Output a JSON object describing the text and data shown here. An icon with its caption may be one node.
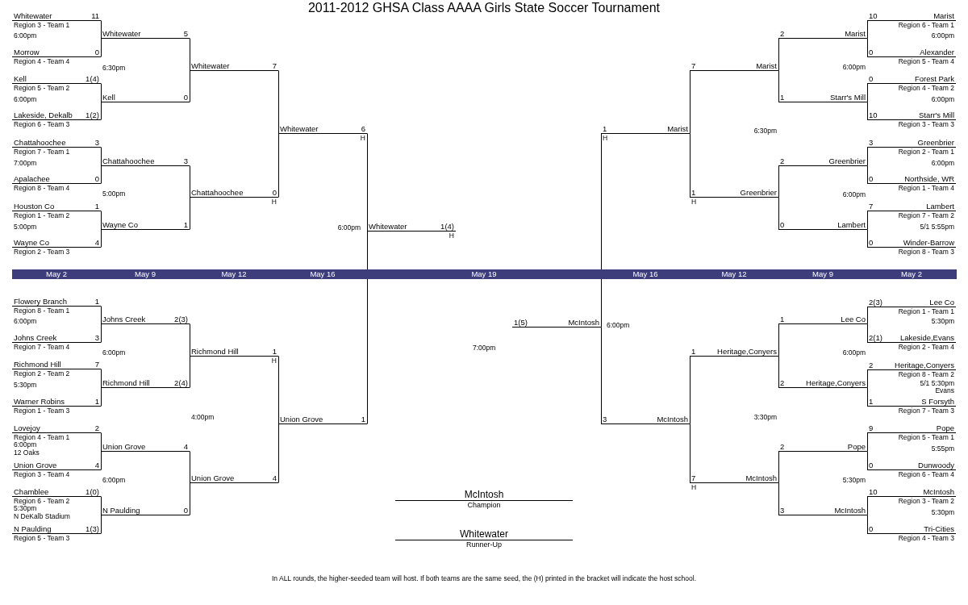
{
  "diagram": {
    "title": "2011-2012 GHSA Class AAAA Girls State Soccer Tournament",
    "caption": "In ALL rounds, the higher-seeded team will host.  If both teams are the same seed, the (H) printed in the bracket will indicate the host school.",
    "nodes": [
      {
        "text": [
          "Whitewater",
          "11"
        ],
        "beside": [
          "Region 3 - Team 1"
        ]
      },
      {
        "text": [
          "Morrow",
          "0"
        ],
        "beside": [
          "Region 4 - Team 4"
        ]
      },
      {
        "text": [
          "Kell",
          "1(4)"
        ],
        "beside": [
          "Region 5 - Team 2"
        ]
      },
      {
        "text": [
          "Lakeside, Dekalb",
          "1(2)"
        ],
        "beside": [
          "Region 6 - Team 3"
        ]
      },
      {
        "text": [
          "Chattahoochee",
          "3"
        ],
        "beside": [
          "Region 7 - Team 1"
        ]
      },
      {
        "text": [
          "Apalachee",
          "0"
        ],
        "beside": [
          "Region 8 - Team 4"
        ]
      },
      {
        "text": [
          "Houston Co",
          "1"
        ],
        "beside": [
          "Region 1 - Team 2"
        ]
      },
      {
        "text": [
          "Wayne Co",
          "4"
        ],
        "beside": [
          "Region 2 - Team 3"
        ]
      },
      {
        "text": [
          "Whitewater",
          "5"
        ]
      },
      {
        "text": [
          "Kell",
          "0"
        ]
      },
      {
        "text": [
          "Chattahoochee",
          "3"
        ]
      },
      {
        "text": [
          "Wayne Co",
          "1"
        ]
      },
      {
        "text": [
          "Whitewater",
          "7"
        ]
      },
      {
        "text": [
          "Chattahoochee",
          "0"
        ],
        "beside": [
          "H"
        ]
      },
      {
        "text": [
          "Whitewater",
          "6"
        ],
        "beside": [
          "H"
        ]
      },
      {
        "text": [
          "10",
          "Marist"
        ],
        "beside": [
          "Region 6 - Team 1"
        ]
      },
      {
        "text": [
          "0",
          "Alexander"
        ],
        "beside": [
          "Region 5 - Team 4"
        ]
      },
      {
        "text": [
          "0",
          "Forest Park"
        ],
        "beside": [
          "Region 4 - Team 2"
        ]
      },
      {
        "text": [
          "10",
          "Starr's Mill"
        ],
        "beside": [
          "Region 3 - Team 3"
        ]
      },
      {
        "text": [
          "3",
          "Greenbrier"
        ],
        "beside": [
          "Region 2 - Team 1"
        ]
      },
      {
        "text": [
          "0",
          "Northside, WR"
        ],
        "beside": [
          "Region 1 - Team 4"
        ]
      },
      {
        "text": [
          "7",
          "Lambert"
        ],
        "beside": [
          "Region 7 - Team 2"
        ]
      },
      {
        "text": [
          "0",
          "Winder-Barrow"
        ],
        "beside": [
          "Region 8 - Team 3"
        ]
      },
      {
        "text": [
          "2",
          "Marist"
        ]
      },
      {
        "text": [
          "1",
          "Starr's Mill"
        ]
      },
      {
        "text": [
          "2",
          "Greenbrier"
        ]
      },
      {
        "text": [
          "0",
          "Lambert"
        ]
      },
      {
        "text": [
          "7",
          "Marist"
        ]
      },
      {
        "text": [
          "1",
          "Greenbrier"
        ],
        "beside": [
          "H"
        ]
      },
      {
        "text": [
          "1",
          "Marist"
        ],
        "beside": [
          "H"
        ]
      },
      {
        "text": [
          "Whitewater",
          "1(4)"
        ],
        "beside": [
          "H"
        ]
      },
      {
        "text": [
          "1(5)",
          "McIntosh"
        ]
      },
      {
        "text": [
          "Flowery Branch",
          "1"
        ],
        "beside": [
          "Region 8 - Team 1"
        ]
      },
      {
        "text": [
          "Johns Creek",
          "3"
        ],
        "beside": [
          "Region 7 - Team 4"
        ]
      },
      {
        "text": [
          "Richmond Hill",
          "7"
        ],
        "beside": [
          "Region 2 - Team 2"
        ]
      },
      {
        "text": [
          "Warner Robins",
          "1"
        ],
        "beside": [
          "Region 1 - Team 3"
        ]
      },
      {
        "text": [
          "Lovejoy",
          "2"
        ],
        "beside": [
          "Region 4 - Team 1"
        ]
      },
      {
        "text": [
          "Union Grove",
          "4"
        ],
        "beside": [
          "Region 3 - Team 4"
        ]
      },
      {
        "text": [
          "Chamblee",
          "1(0)"
        ],
        "beside": [
          "Region 6 - Team 2"
        ]
      },
      {
        "text": [
          "N Paulding",
          "1(3)"
        ],
        "beside": [
          "Region 5 - Team 3"
        ]
      },
      {
        "text": [
          "Johns Creek",
          "2(3)"
        ]
      },
      {
        "text": [
          "Richmond Hill",
          "2(4)"
        ]
      },
      {
        "text": [
          "Union Grove",
          "4"
        ]
      },
      {
        "text": [
          "N Paulding",
          "0"
        ]
      },
      {
        "text": [
          "Richmond Hill",
          "1"
        ],
        "beside": [
          "H"
        ]
      },
      {
        "text": [
          "Union Grove",
          "4"
        ]
      },
      {
        "text": [
          "Union Grove",
          "1"
        ]
      },
      {
        "text": [
          "2(3)",
          "Lee Co"
        ],
        "beside": [
          "Region 1 - Team 1"
        ]
      },
      {
        "text": [
          "2(1)",
          "Lakeside,Evans"
        ],
        "beside": [
          "Region 2 - Team 4"
        ]
      },
      {
        "text": [
          "2",
          "Heritage,Conyers"
        ],
        "beside": [
          "Region 8 - Team 2"
        ]
      },
      {
        "text": [
          "1",
          "S Forsyth"
        ],
        "beside": [
          "Region 7 - Team 3"
        ]
      },
      {
        "text": [
          "9",
          "Pope"
        ],
        "beside": [
          "Region 5 - Team 1"
        ]
      },
      {
        "text": [
          "0",
          "Dunwoody"
        ],
        "beside": [
          "Region 6 - Team 4"
        ]
      },
      {
        "text": [
          "10",
          "McIntosh"
        ],
        "beside": [
          "Region 3 - Team 2"
        ]
      },
      {
        "text": [
          "0",
          "Tri-Cities"
        ],
        "beside": [
          "Region 4 - Team 3"
        ]
      },
      {
        "text": [
          "1",
          "Lee Co"
        ]
      },
      {
        "text": [
          "2",
          "Heritage,Conyers"
        ]
      },
      {
        "text": [
          "2",
          "Pope"
        ]
      },
      {
        "text": [
          "3",
          "McIntosh"
        ]
      },
      {
        "text": [
          "1",
          "Heritage,Conyers"
        ]
      },
      {
        "text": [
          "7",
          "McIntosh"
        ],
        "beside": [
          "H"
        ]
      },
      {
        "text": [
          "3",
          "McIntosh"
        ]
      },
      {
        "text": [
          "McIntosh",
          "Champion"
        ]
      },
      {
        "text": [
          "Whitewater",
          "Runner-Up"
        ]
      }
    ],
    "edges": [
      {
        "from": 0,
        "to": 8,
        "arrow": "none"
      },
      {
        "from": 1,
        "to": 8,
        "arrow": "none"
      },
      {
        "from": 2,
        "to": 9,
        "arrow": "none"
      },
      {
        "from": 3,
        "to": 9,
        "arrow": "none"
      },
      {
        "from": 4,
        "to": 10,
        "arrow": "none"
      },
      {
        "from": 5,
        "to": 10,
        "arrow": "none"
      },
      {
        "from": 6,
        "to": 11,
        "arrow": "none"
      },
      {
        "from": 7,
        "to": 11,
        "arrow": "none"
      },
      {
        "from": 8,
        "to": 12,
        "arrow": "none"
      },
      {
        "from": 9,
        "to": 12,
        "arrow": "none"
      },
      {
        "from": 10,
        "to": 13,
        "arrow": "none"
      },
      {
        "from": 11,
        "to": 13,
        "arrow": "none"
      },
      {
        "from": 12,
        "to": 14,
        "arrow": "none"
      },
      {
        "from": 13,
        "to": 14,
        "arrow": "none"
      },
      {
        "from": 14,
        "to": 30,
        "arrow": "none"
      },
      {
        "from": 46,
        "to": 30,
        "arrow": "none"
      },
      {
        "from": 15,
        "to": 23,
        "arrow": "none"
      },
      {
        "from": 16,
        "to": 23,
        "arrow": "none"
      },
      {
        "from": 17,
        "to": 24,
        "arrow": "none"
      },
      {
        "from": 18,
        "to": 24,
        "arrow": "none"
      },
      {
        "from": 19,
        "to": 25,
        "arrow": "none"
      },
      {
        "from": 20,
        "to": 25,
        "arrow": "none"
      },
      {
        "from": 21,
        "to": 26,
        "arrow": "none"
      },
      {
        "from": 22,
        "to": 26,
        "arrow": "none"
      },
      {
        "from": 23,
        "to": 27,
        "arrow": "none"
      },
      {
        "from": 24,
        "to": 27,
        "arrow": "none"
      },
      {
        "from": 25,
        "to": 28,
        "arrow": "none"
      },
      {
        "from": 26,
        "to": 28,
        "arrow": "none"
      },
      {
        "from": 27,
        "to": 29,
        "arrow": "none"
      },
      {
        "from": 28,
        "to": 29,
        "arrow": "none"
      },
      {
        "from": 29,
        "to": 31,
        "arrow": "none"
      },
      {
        "from": 61,
        "to": 31,
        "arrow": "none"
      },
      {
        "from": 32,
        "to": 40,
        "arrow": "none"
      },
      {
        "from": 33,
        "to": 40,
        "arrow": "none"
      },
      {
        "from": 34,
        "to": 41,
        "arrow": "none"
      },
      {
        "from": 35,
        "to": 41,
        "arrow": "none"
      },
      {
        "from": 36,
        "to": 42,
        "arrow": "none"
      },
      {
        "from": 37,
        "to": 42,
        "arrow": "none"
      },
      {
        "from": 38,
        "to": 43,
        "arrow": "none"
      },
      {
        "from": 39,
        "to": 43,
        "arrow": "none"
      },
      {
        "from": 40,
        "to": 44,
        "arrow": "none"
      },
      {
        "from": 41,
        "to": 44,
        "arrow": "none"
      },
      {
        "from": 42,
        "to": 45,
        "arrow": "none"
      },
      {
        "from": 43,
        "to": 45,
        "arrow": "none"
      },
      {
        "from": 44,
        "to": 46,
        "arrow": "none"
      },
      {
        "from": 45,
        "to": 46,
        "arrow": "none"
      },
      {
        "from": 47,
        "to": 55,
        "arrow": "none"
      },
      {
        "from": 48,
        "to": 55,
        "arrow": "none"
      },
      {
        "from": 49,
        "to": 56,
        "arrow": "none"
      },
      {
        "from": 50,
        "to": 56,
        "arrow": "none"
      },
      {
        "from": 51,
        "to": 57,
        "arrow": "none"
      },
      {
        "from": 52,
        "to": 57,
        "arrow": "none"
      },
      {
        "from": 53,
        "to": 58,
        "arrow": "none"
      },
      {
        "from": 54,
        "to": 58,
        "arrow": "none"
      },
      {
        "from": 55,
        "to": 59,
        "arrow": "none"
      },
      {
        "from": 56,
        "to": 59,
        "arrow": "none"
      },
      {
        "from": 57,
        "to": 60,
        "arrow": "none"
      },
      {
        "from": 58,
        "to": 60,
        "arrow": "none"
      },
      {
        "from": 59,
        "to": 61,
        "arrow": "none"
      },
      {
        "from": 60,
        "to": 61,
        "arrow": "none"
      }
    ],
    "labels": [
      "6:00pm",
      "6:30pm",
      "6:00pm",
      "7:00pm",
      "5:00pm",
      "5:00pm",
      "6:00pm",
      "6:00pm",
      "6:00pm",
      "6:30pm",
      "6:00pm",
      "6:00pm",
      "6:00pm",
      "5/1 5:55pm",
      "May 2",
      "May 9",
      "May 12",
      "May 16",
      "May 19",
      "May 16",
      "May 12",
      "May 9",
      "May 2",
      "6:00pm",
      "6:00pm",
      "7:00pm",
      "6:00pm",
      "5:30pm",
      "4:00pm",
      "6:00pm",
      "12 Oaks",
      "6:00pm",
      "5:30pm",
      "N DeKalb Stadium",
      "5:30pm",
      "6:00pm",
      "5/1 5:30pm",
      "Evans",
      "3:30pm",
      "5:55pm",
      "5:30pm",
      "5:30pm"
    ]
  }
}
